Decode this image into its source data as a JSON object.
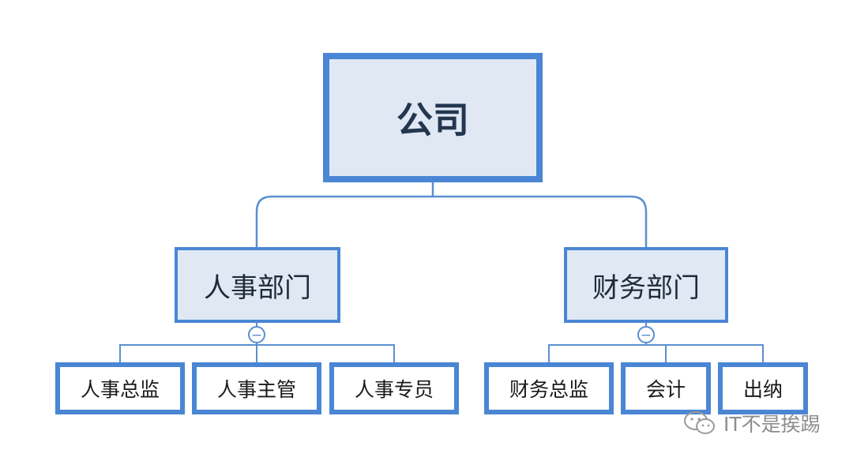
{
  "root": {
    "label": "公司"
  },
  "departments": [
    {
      "label": "人事部门",
      "collapse_symbol": "−",
      "children": [
        "人事总监",
        "人事主管",
        "人事专员"
      ]
    },
    {
      "label": "财务部门",
      "collapse_symbol": "−",
      "children": [
        "财务总监",
        "会计",
        "出纳"
      ]
    }
  ],
  "watermark": {
    "text": "IT不是挨踢"
  },
  "colors": {
    "border": "#4a86d4",
    "fill": "#dfe8f3",
    "connector": "#5b8fd1",
    "watermark": "#8d8d8d"
  }
}
